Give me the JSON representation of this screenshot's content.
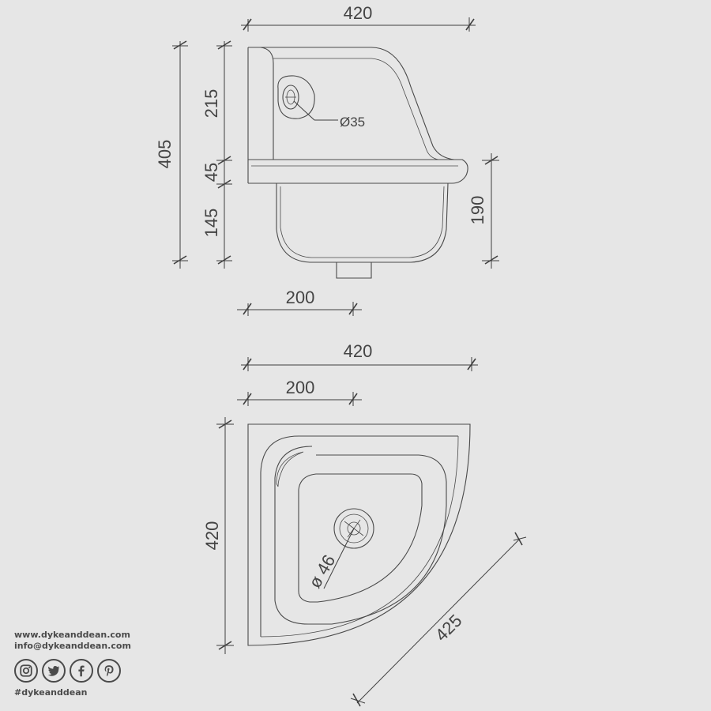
{
  "side_view": {
    "dims": {
      "width": "420",
      "total_height": "405",
      "upper_height": "215",
      "rim_height": "45",
      "bowl_height": "145",
      "right_height": "190",
      "waste_offset": "200",
      "overflow_diameter": "Ø35"
    }
  },
  "plan_view": {
    "dims": {
      "width": "420",
      "waste_offset": "200",
      "depth": "420",
      "diagonal": "425",
      "waste_diameter": "ø 46"
    }
  },
  "footer": {
    "website": "www.dykeanddean.com",
    "email": "info@dykeanddean.com",
    "hashtag": "#dykeanddean",
    "social_icons": [
      "instagram-icon",
      "twitter-icon",
      "facebook-icon",
      "pinterest-icon"
    ]
  }
}
